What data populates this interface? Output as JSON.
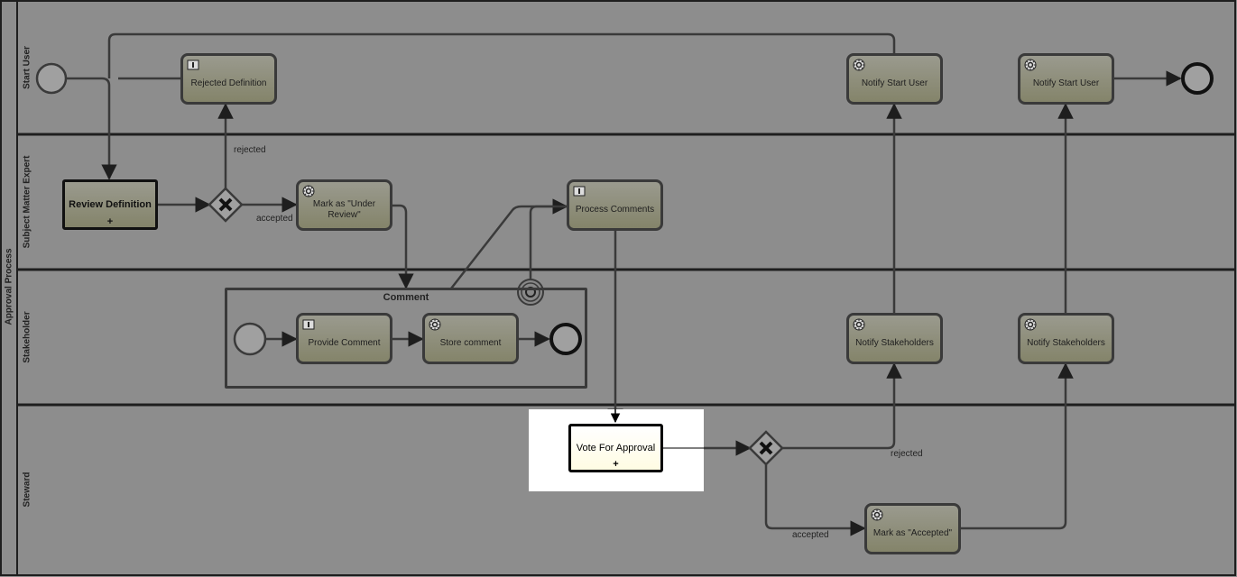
{
  "pool": {
    "label": "Approval Process"
  },
  "lanes": [
    {
      "id": "start-user",
      "label": "Start User"
    },
    {
      "id": "subject-matter-expert",
      "label": "Subject Matter Expert"
    },
    {
      "id": "stakeholder",
      "label": "Stakeholder"
    },
    {
      "id": "steward",
      "label": "Steward"
    }
  ],
  "tasks": {
    "rejected_definition": "Rejected Definition",
    "notify_start_user_1": "Notify Start User",
    "notify_start_user_2": "Notify Start User",
    "review_definition": "Review Definition",
    "mark_under_review": "Mark as \"Under Review\"",
    "process_comments": "Process Comments",
    "provide_comment": "Provide Comment",
    "store_comment": "Store comment",
    "notify_stakeholders_1": "Notify Stakeholders",
    "notify_stakeholders_2": "Notify Stakeholders",
    "vote_for_approval": "Vote For Approval",
    "mark_accepted": "Mark as \"Accepted\""
  },
  "subprocess": {
    "label": "Comment"
  },
  "edge_labels": {
    "rejected_1": "rejected",
    "accepted_1": "accepted",
    "rejected_2": "rejected",
    "accepted_2": "accepted"
  },
  "markers": {
    "collapsed": "+"
  },
  "icons": {
    "user_task": "user-task-icon",
    "service_task": "service-task-gear-icon"
  },
  "colors": {
    "highlight": "#ffffff",
    "task_fill": "#8f8f79",
    "background": "#8d8d8d"
  }
}
